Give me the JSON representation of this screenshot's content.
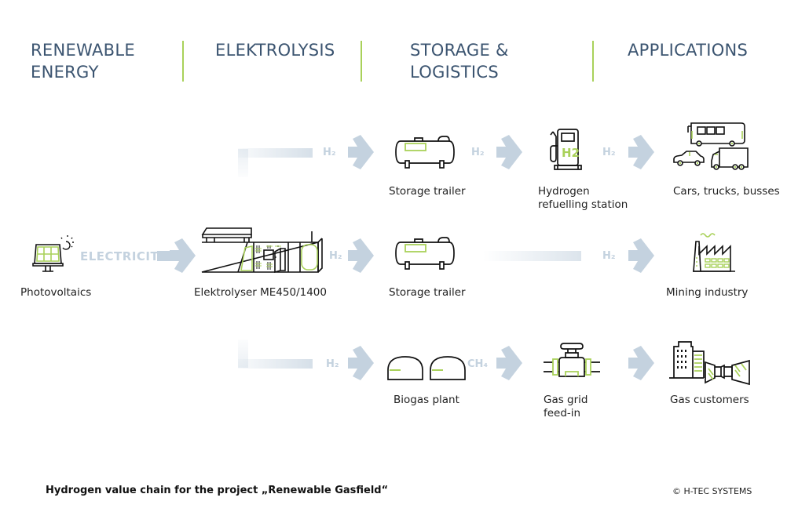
{
  "headers": [
    {
      "label": "RENEWABLE\nENERGY"
    },
    {
      "label": "ELEKTROLYSIS"
    },
    {
      "label": "STORAGE &\nLOGISTICS"
    },
    {
      "label": "APPLICATIONS"
    }
  ],
  "colors": {
    "header_text": "#3b5470",
    "accent_green": "#a9d15a",
    "arrow_fill": "#c4d2df",
    "icon_stroke": "#111111"
  },
  "flow_labels": {
    "electricity": "ELECTRICITY",
    "h2": "H₂",
    "ch4": "CH₄"
  },
  "nodes": {
    "photovoltaics": {
      "label": "Photovoltaics",
      "icon": "solar-panel-icon"
    },
    "electrolyser": {
      "label": "Elektrolyser ME450/1400",
      "icon": "electrolyser-icon"
    },
    "storage_trailer_top": {
      "label": "Storage trailer",
      "icon": "storage-trailer-icon"
    },
    "storage_trailer_mid": {
      "label": "Storage trailer",
      "icon": "storage-trailer-icon"
    },
    "refuelling_station": {
      "label": "Hydrogen\nrefuelling station",
      "icon": "fuel-pump-icon",
      "badge": "H2"
    },
    "vehicles": {
      "label": "Cars, trucks, busses",
      "icon": "vehicles-icon"
    },
    "mining": {
      "label": "Mining industry",
      "icon": "factory-icon"
    },
    "biogas": {
      "label": "Biogas plant",
      "icon": "biogas-domes-icon"
    },
    "gas_grid": {
      "label": "Gas grid\nfeed-in",
      "icon": "pipe-valve-icon"
    },
    "gas_customers": {
      "label": "Gas customers",
      "icon": "gas-customers-icon"
    }
  },
  "footer": {
    "caption": "Hydrogen value chain for the project „Renewable Gasfield“",
    "copyright": "© H-TEC SYSTEMS"
  }
}
